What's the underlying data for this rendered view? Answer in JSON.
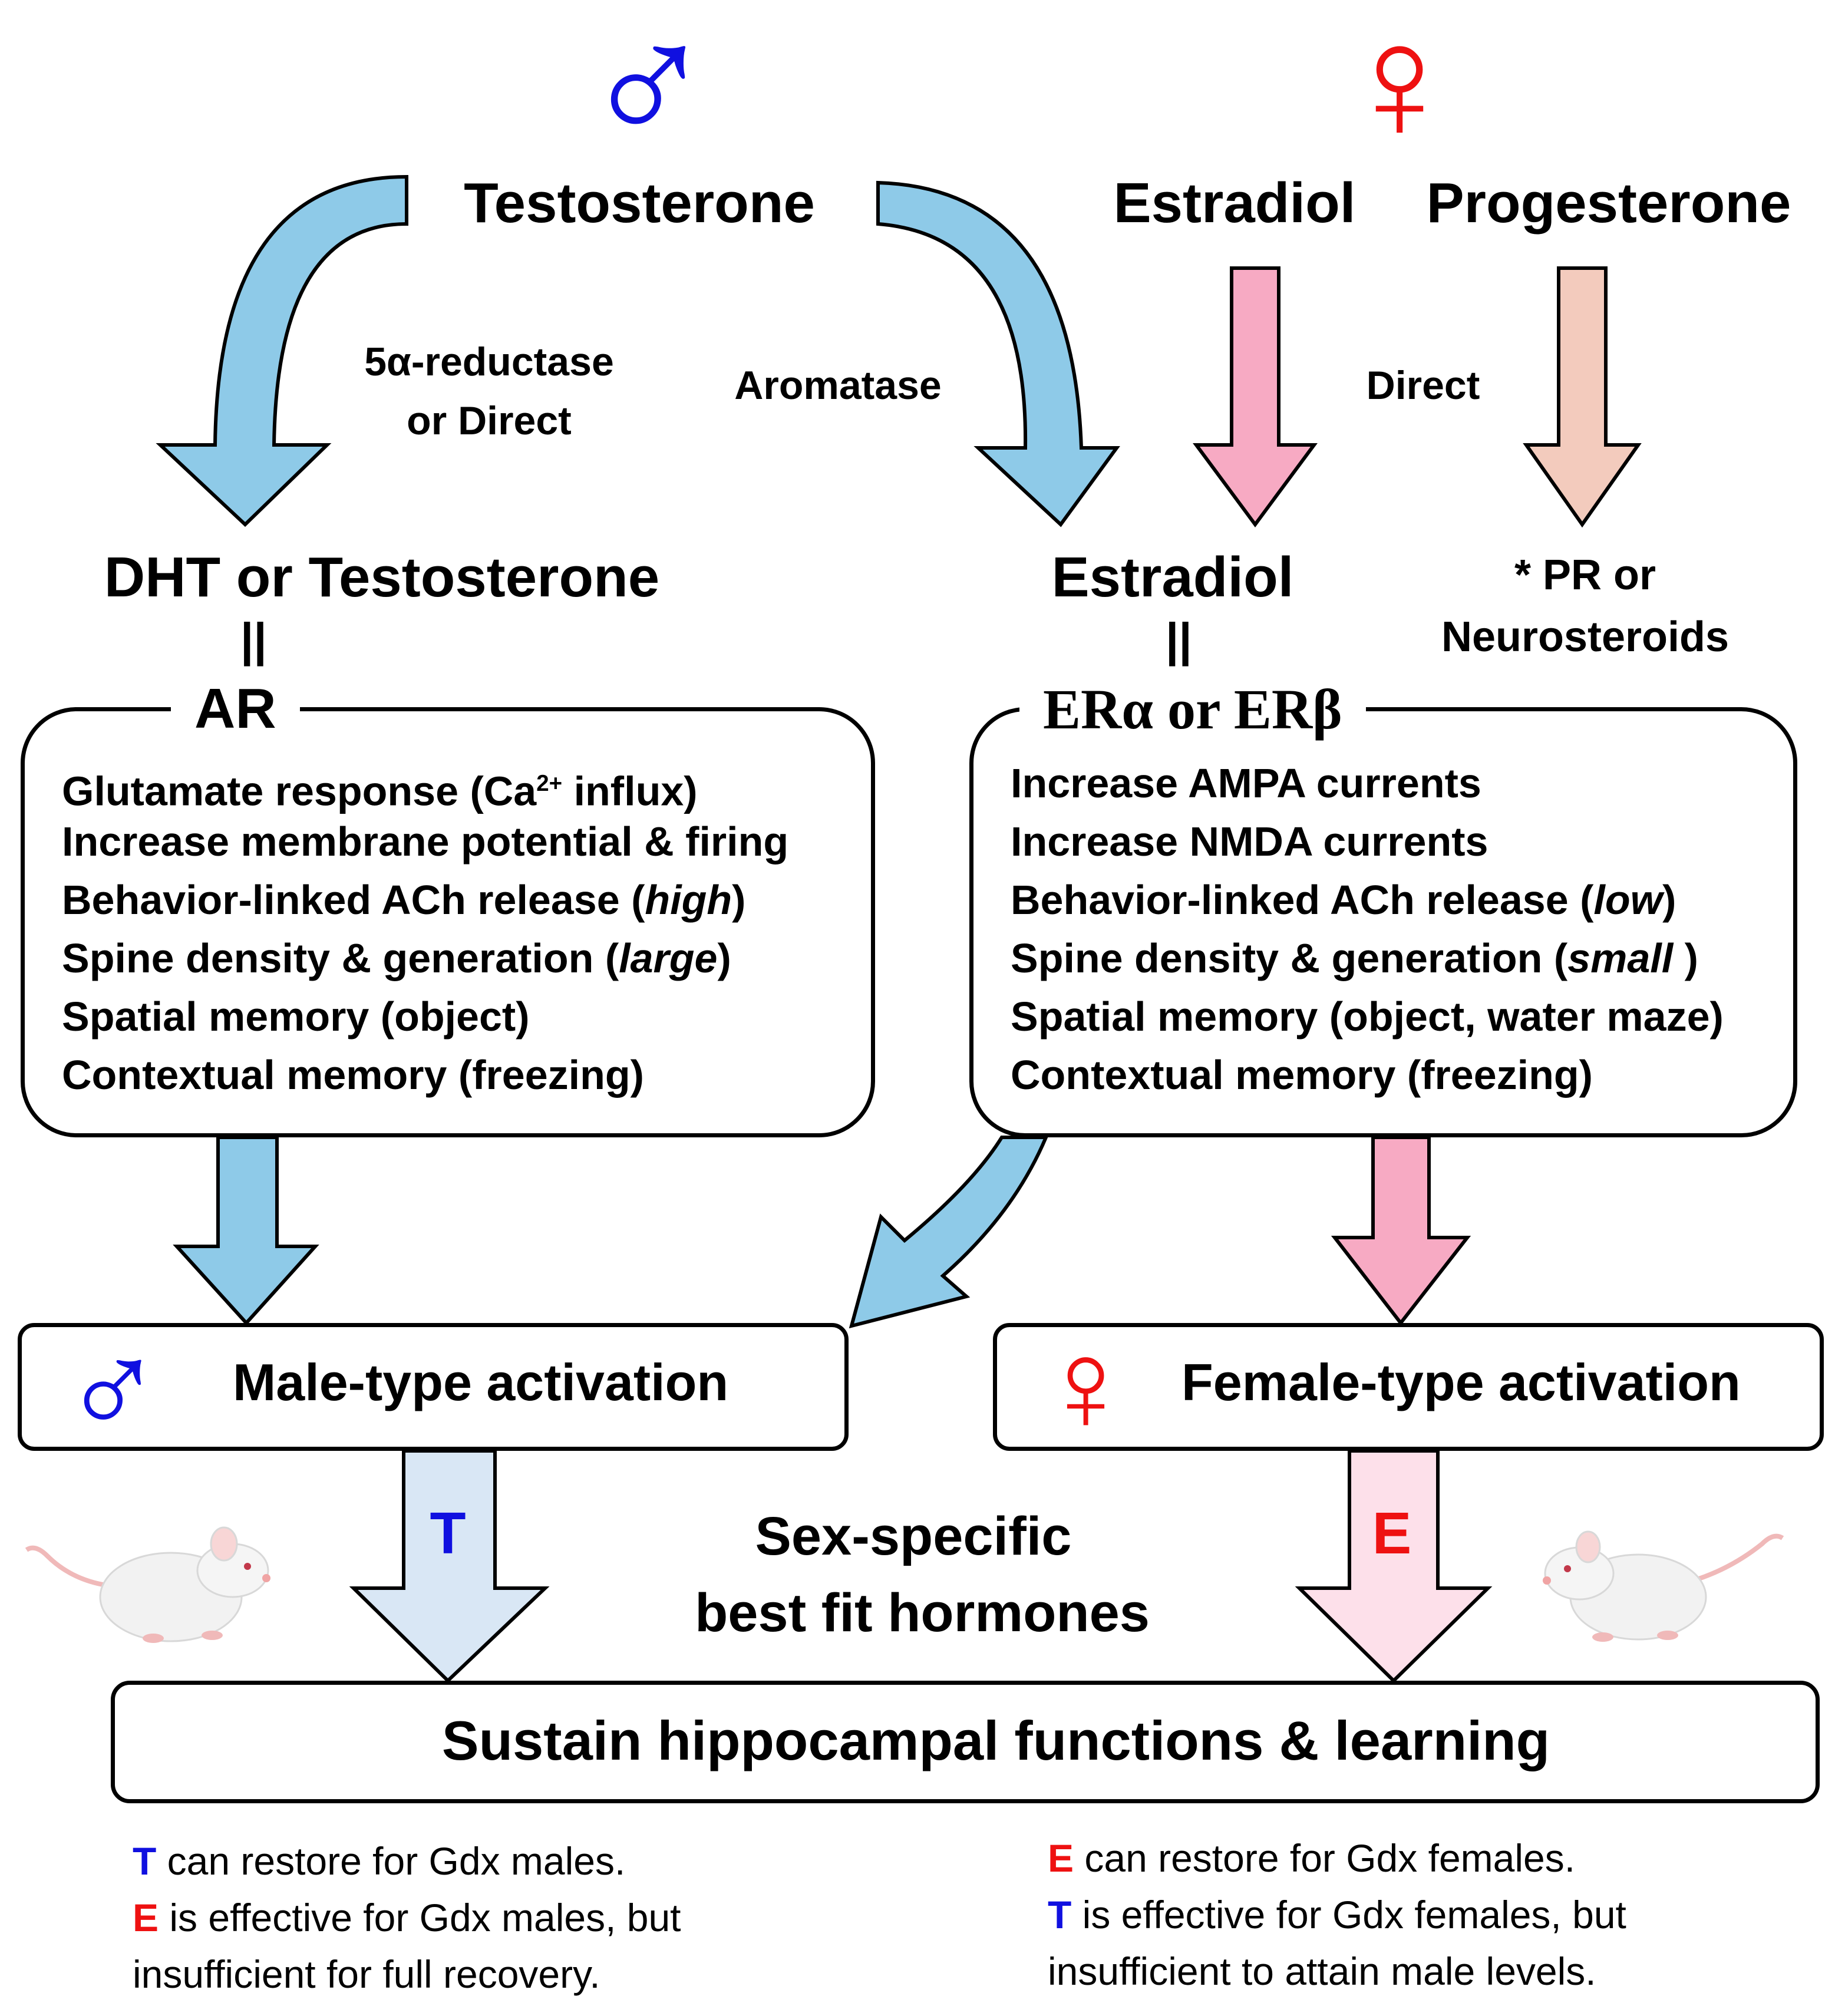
{
  "symbols": {
    "male": "♂",
    "female": "♀"
  },
  "hormones": {
    "testosterone": "Testosterone",
    "estradiol": "Estradiol",
    "progesterone": "Progesterone"
  },
  "pathways": {
    "reductase": [
      "5α-reductase",
      "or Direct"
    ],
    "aromatase": "Aromatase",
    "direct": "Direct"
  },
  "products": {
    "dht": "DHT or Testosterone",
    "estradiol": "Estradiol",
    "pr": [
      "* PR or",
      "Neurosteroids"
    ],
    "equals": "||"
  },
  "male_box": {
    "label": "AR",
    "items": [
      {
        "text": "Glutamate response (Ca",
        "sup": "2+",
        "after": " influx)"
      },
      {
        "text": "Increase membrane potential & firing"
      },
      {
        "text": "Behavior-linked ACh release (",
        "em": "high",
        "after": ")"
      },
      {
        "text": "Spine density & generation (",
        "em": "large",
        "after": ")"
      },
      {
        "text": "Spatial memory (object)"
      },
      {
        "text": "Contextual memory (freezing)"
      }
    ]
  },
  "female_box": {
    "label": "ERα or ERβ",
    "items": [
      {
        "text": "Increase AMPA currents"
      },
      {
        "text": "Increase NMDA currents"
      },
      {
        "text": "Behavior-linked ACh release (",
        "em": "low",
        "after": ")"
      },
      {
        "text": "Spine density & generation (",
        "em": "small",
        "after": " )"
      },
      {
        "text": "Spatial memory (object, water maze)"
      },
      {
        "text": "Contextual memory (freezing)"
      }
    ]
  },
  "activation": {
    "male": "Male-type activation",
    "female": "Female-type activation"
  },
  "best_fit": {
    "t": "T",
    "e": "E",
    "caption": [
      "Sex-specific",
      "best fit hormones"
    ]
  },
  "outcome": "Sustain hippocampal functions & learning",
  "notes_male": [
    {
      "key": "T",
      "text": " can restore for Gdx males."
    },
    {
      "key": "E",
      "text": " is effective for Gdx males, but"
    },
    {
      "text": "insufficient for full recovery."
    }
  ],
  "notes_female": [
    {
      "key": "E",
      "text": " can restore for Gdx females."
    },
    {
      "key": "T",
      "text": " is effective for Gdx females, but"
    },
    {
      "text": "insufficient to attain male levels."
    }
  ],
  "colors": {
    "male": "#1010e0",
    "female": "#ee1111",
    "blue_arrow": "#8ecae8",
    "pink_arrow": "#f7aac3",
    "peach_arrow": "#f3cbbd",
    "light_blue_arrow": "#d9e7f5",
    "light_pink_arrow": "#fde0ea"
  }
}
